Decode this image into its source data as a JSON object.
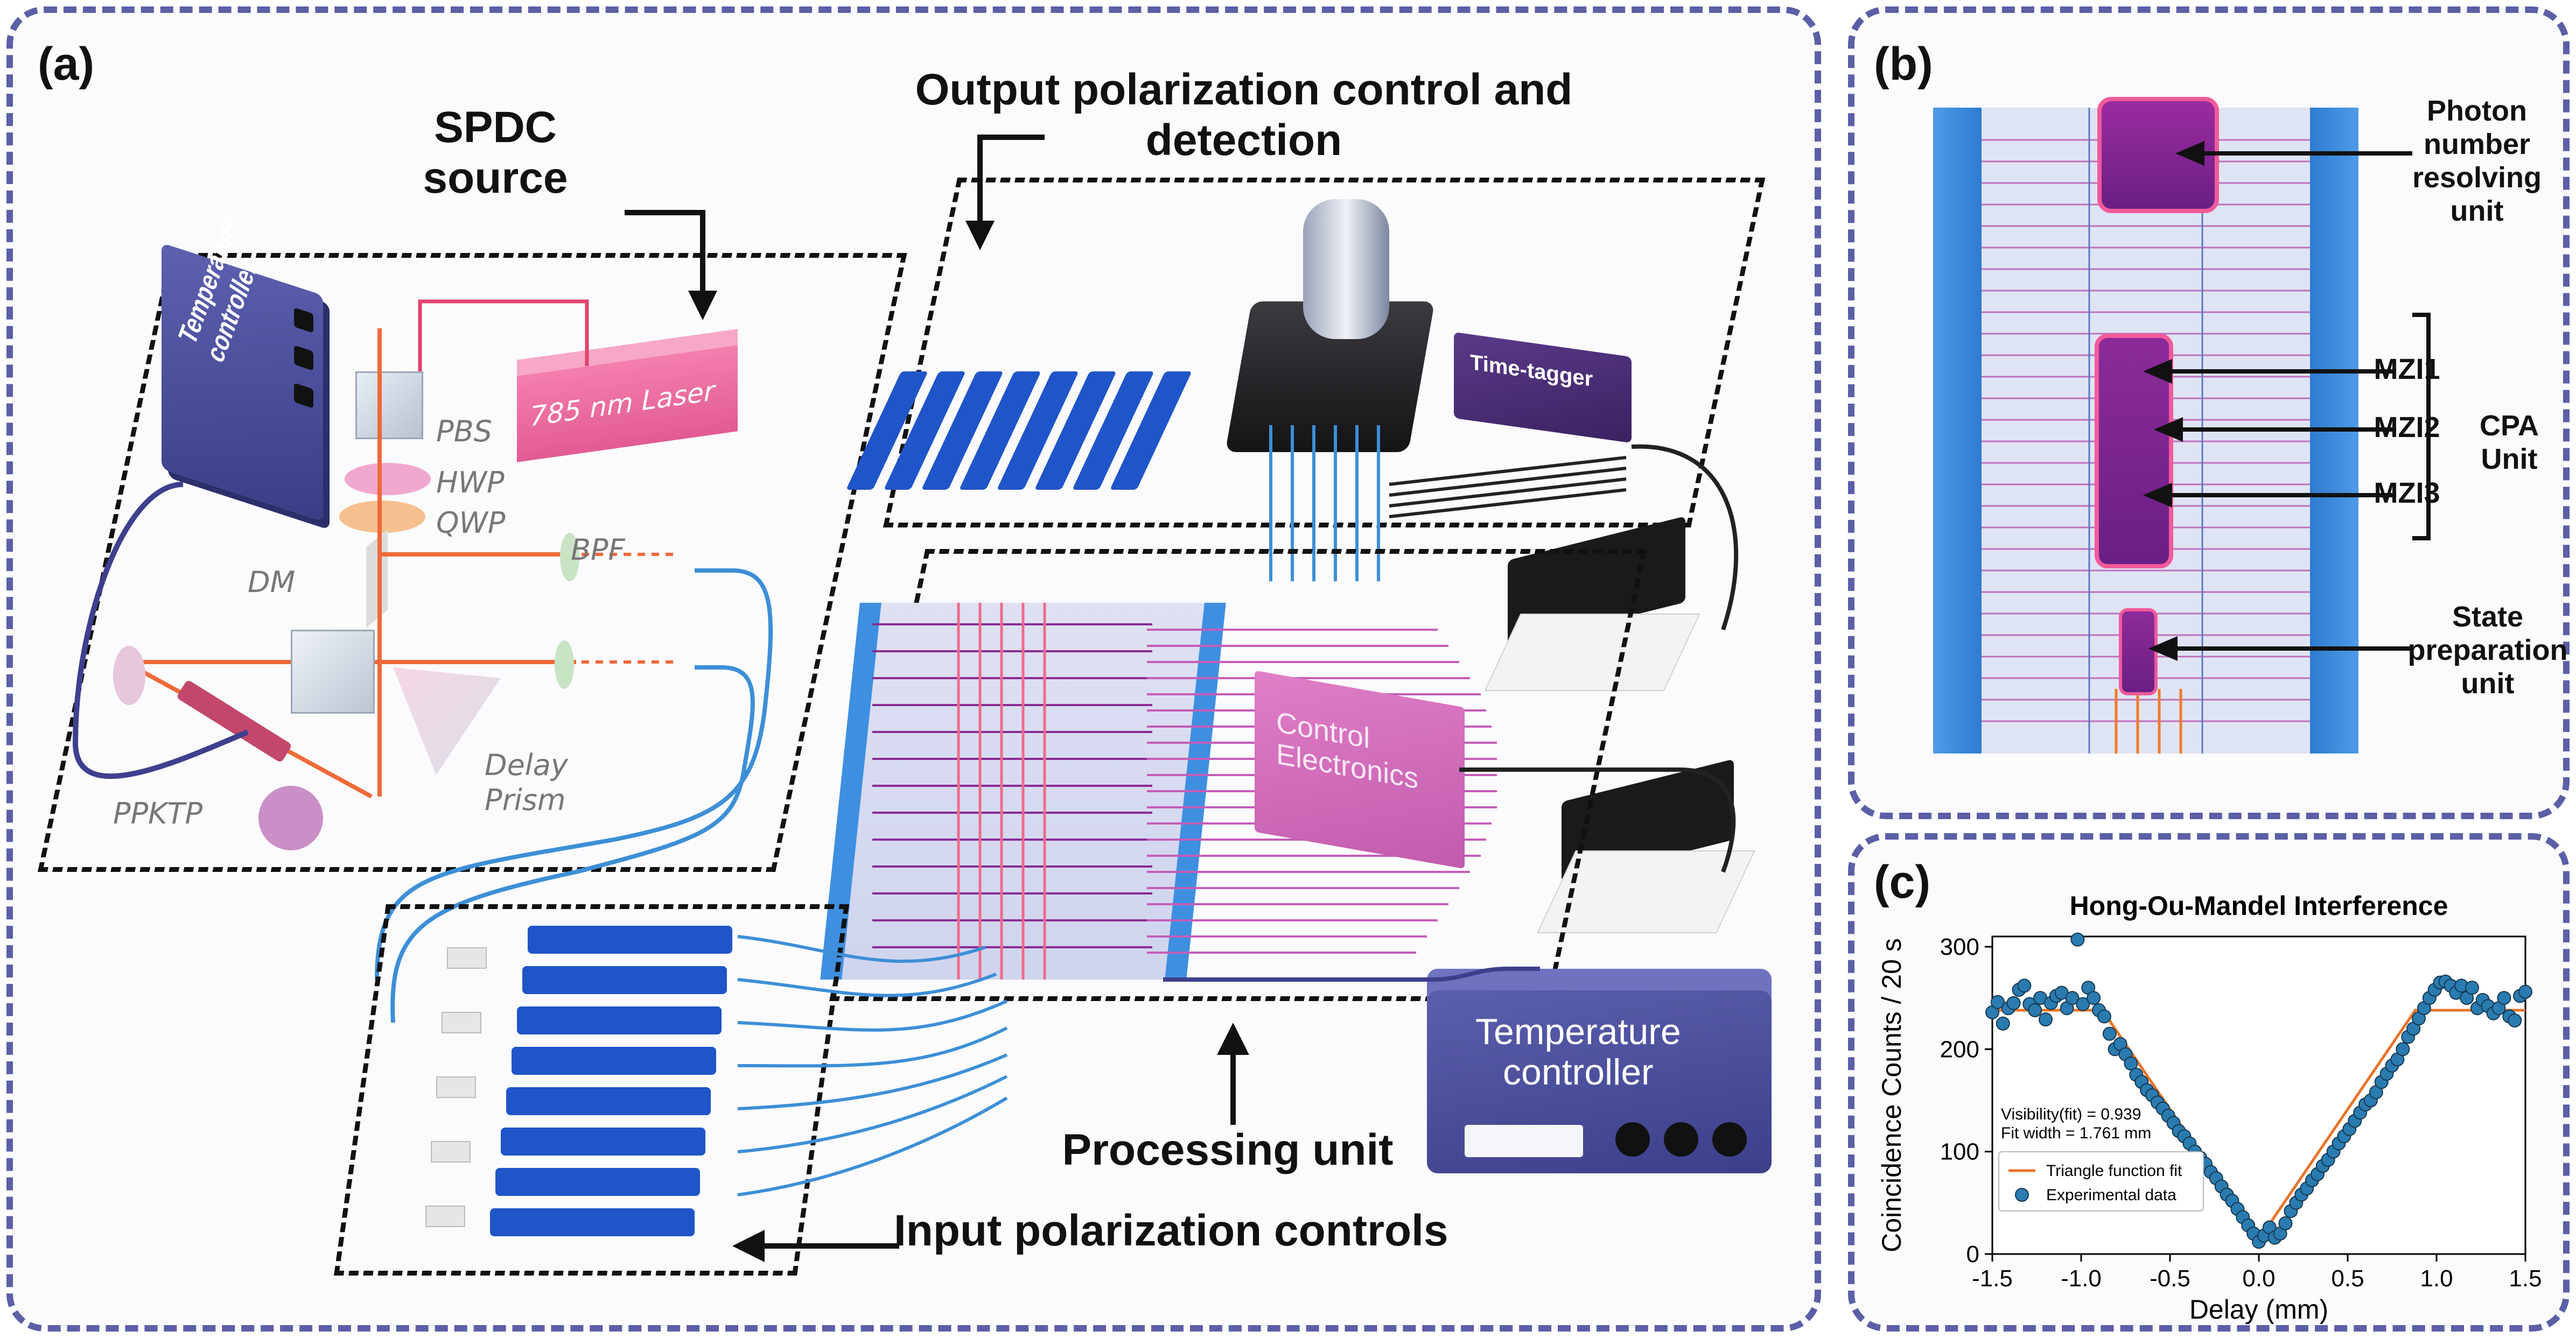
{
  "panel_a": {
    "label": "(a)",
    "spdc_title": "SPDC\nsource",
    "output_title": "Output polarization control and\ndetection",
    "processing_title": "Processing unit",
    "input_title": "Input polarization controls",
    "components": {
      "temperature_controller_small": "Temperature\ncontroller",
      "laser": "785 nm Laser",
      "pbs": "PBS",
      "hwp": "HWP",
      "qwp": "QWP",
      "dm": "DM",
      "bpf": "BPF",
      "ppktp": "PPKTP",
      "delay_prism": "Delay\nPrism",
      "time_tagger": "Time-tagger",
      "control_electronics": "Control\nElectronics",
      "temperature_controller_large": "Temperature\ncontroller"
    }
  },
  "panel_b": {
    "label": "(b)",
    "photon_number": "Photon\nnumber\nresolving\nunit",
    "mzi1": "MZI1",
    "mzi2": "MZI2",
    "mzi3": "MZI3",
    "cpa_unit": "CPA\nUnit",
    "state_prep": "State\npreparation\nunit"
  },
  "panel_c": {
    "label": "(c)",
    "visibility_text": "Visibility(fit) = 0.939",
    "fit_width_text": "Fit width = 1.761 mm",
    "chart_data": {
      "type": "scatter",
      "title": "Hong-Ou-Mandel Interference",
      "xlabel": "Delay (mm)",
      "ylabel": "Coincidence Counts / 20 s",
      "xlim": [
        -1.5,
        1.5
      ],
      "ylim": [
        0,
        310
      ],
      "x_ticks": [
        "-1.5",
        "-1.0",
        "-0.5",
        "0.0",
        "0.5",
        "1.0",
        "1.5"
      ],
      "y_ticks": [
        "0",
        "100",
        "200",
        "300"
      ],
      "legend_position": "lower-left",
      "series": [
        {
          "name": "Triangle function fit",
          "kind": "line",
          "color": "#e8742a",
          "x": [
            -1.5,
            -0.88,
            0.0,
            0.88,
            1.5
          ],
          "y": [
            238,
            238,
            14,
            238,
            238
          ]
        },
        {
          "name": "Experimental data",
          "kind": "scatter",
          "color": "#2a7bb0",
          "x": [
            -1.5,
            -1.47,
            -1.44,
            -1.41,
            -1.38,
            -1.35,
            -1.32,
            -1.29,
            -1.26,
            -1.23,
            -1.2,
            -1.17,
            -1.14,
            -1.11,
            -1.08,
            -1.05,
            -1.02,
            -0.99,
            -0.96,
            -0.93,
            -0.9,
            -0.87,
            -0.84,
            -0.81,
            -0.78,
            -0.75,
            -0.72,
            -0.69,
            -0.66,
            -0.63,
            -0.6,
            -0.57,
            -0.54,
            -0.51,
            -0.48,
            -0.45,
            -0.42,
            -0.39,
            -0.36,
            -0.33,
            -0.3,
            -0.27,
            -0.24,
            -0.21,
            -0.18,
            -0.15,
            -0.12,
            -0.09,
            -0.06,
            -0.03,
            0.0,
            0.03,
            0.06,
            0.09,
            0.12,
            0.15,
            0.18,
            0.21,
            0.24,
            0.27,
            0.3,
            0.33,
            0.36,
            0.39,
            0.42,
            0.45,
            0.48,
            0.51,
            0.54,
            0.57,
            0.6,
            0.63,
            0.66,
            0.69,
            0.72,
            0.75,
            0.78,
            0.81,
            0.84,
            0.87,
            0.9,
            0.93,
            0.96,
            0.99,
            1.02,
            1.05,
            1.08,
            1.11,
            1.14,
            1.17,
            1.2,
            1.23,
            1.26,
            1.29,
            1.32,
            1.35,
            1.38,
            1.41,
            1.44,
            1.47,
            1.5
          ],
          "y": [
            236,
            246,
            225,
            240,
            245,
            258,
            262,
            244,
            238,
            250,
            229,
            245,
            252,
            255,
            240,
            250,
            307,
            244,
            260,
            250,
            238,
            232,
            215,
            200,
            205,
            195,
            186,
            175,
            168,
            160,
            155,
            148,
            142,
            135,
            128,
            120,
            115,
            108,
            100,
            94,
            88,
            80,
            74,
            66,
            58,
            52,
            44,
            36,
            28,
            20,
            12,
            18,
            26,
            16,
            20,
            30,
            42,
            50,
            58,
            64,
            72,
            78,
            86,
            92,
            100,
            108,
            115,
            122,
            130,
            138,
            146,
            150,
            158,
            168,
            176,
            184,
            190,
            200,
            212,
            220,
            230,
            240,
            250,
            258,
            265,
            266,
            262,
            255,
            262,
            250,
            260,
            240,
            248,
            242,
            235,
            240,
            250,
            232,
            228,
            252,
            256
          ]
        }
      ]
    }
  }
}
